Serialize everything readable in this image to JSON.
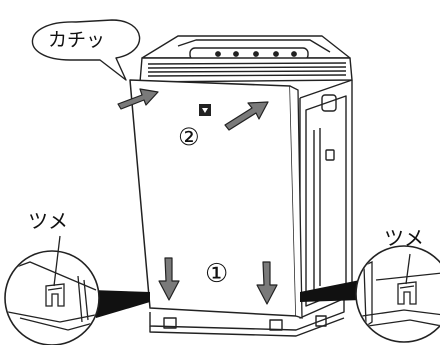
{
  "callout": {
    "click_sound": "カチッ"
  },
  "steps": {
    "step_push": "②",
    "step_pull": "①"
  },
  "tabs": {
    "left_label": "ツメ",
    "right_label": "ツメ"
  },
  "colors": {
    "line": "#222222",
    "arrow": "#7a7a7a",
    "panel": "#ffffff"
  }
}
